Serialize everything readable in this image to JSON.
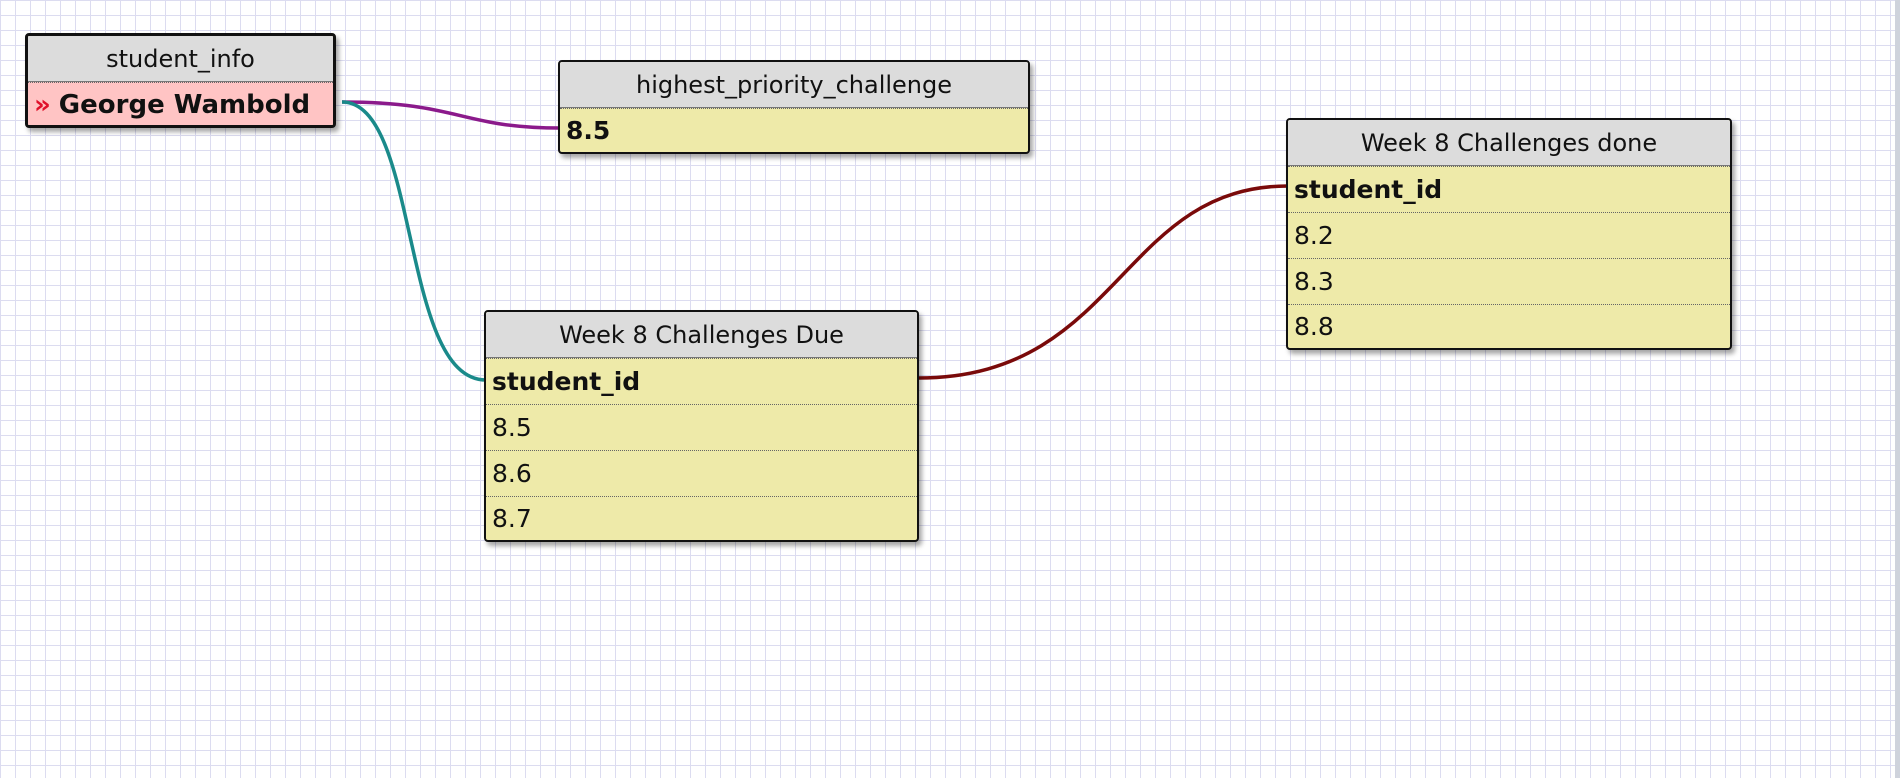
{
  "tables": {
    "student_info": {
      "title": "student_info",
      "rows": [
        "George Wambold"
      ],
      "marker": "»"
    },
    "highest_priority_challenge": {
      "title": "highest_priority_challenge",
      "rows": [
        "8.5"
      ]
    },
    "week8_due": {
      "title": "Week 8 Challenges Due",
      "rows": [
        "student_id",
        "8.5",
        "8.6",
        "8.7"
      ]
    },
    "week8_done": {
      "title": "Week 8 Challenges done",
      "rows": [
        "student_id",
        "8.2",
        "8.3",
        "8.8"
      ]
    }
  },
  "colors": {
    "link_student_to_priority": "#8b1a8b",
    "link_student_to_due": "#1a8a8a",
    "link_due_to_done": "#7a0a0a",
    "table_body": "#eeeaa9",
    "table_header": "#dcdcdc",
    "selected_row": "#ffc4c4",
    "marker": "#e0102a",
    "grid": "#dcdcf0"
  }
}
